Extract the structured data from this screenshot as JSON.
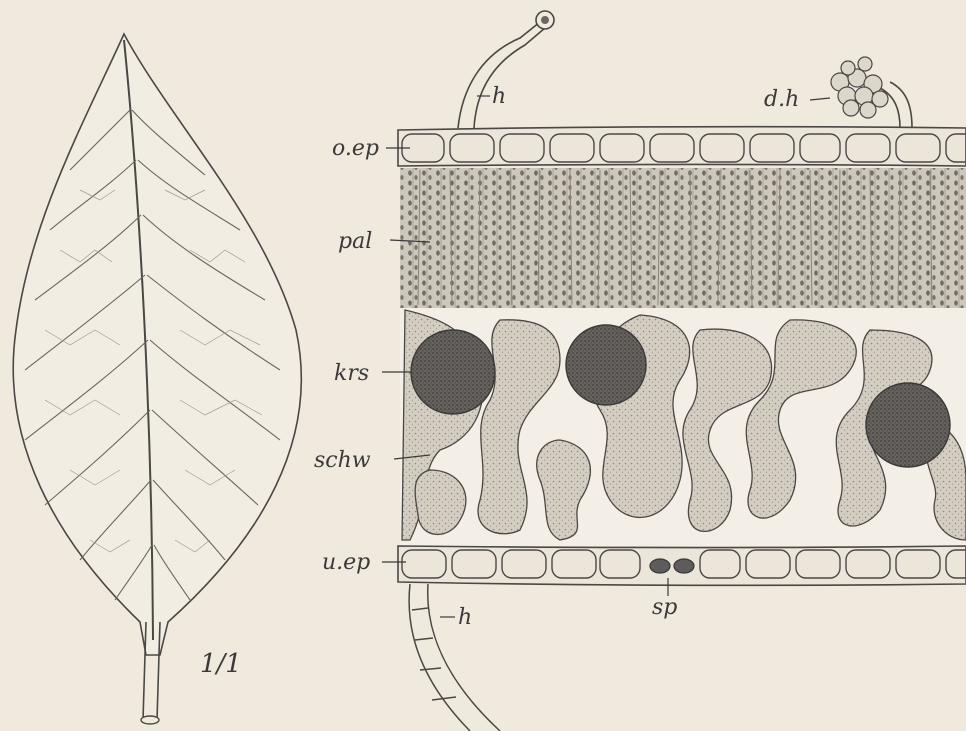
{
  "scale": "1/1",
  "labels": {
    "h_top": "h",
    "dh": "d.h",
    "oep": "o.ep",
    "pal": "pal",
    "krs": "krs",
    "schw": "schw",
    "uep": "u.ep",
    "h_bottom": "h",
    "sp": "sp"
  },
  "colors": {
    "paper": "#efe9de",
    "ink": "#3a3a3a",
    "tissue": "#cfc9bf",
    "crystal": "#5e5c5a"
  }
}
